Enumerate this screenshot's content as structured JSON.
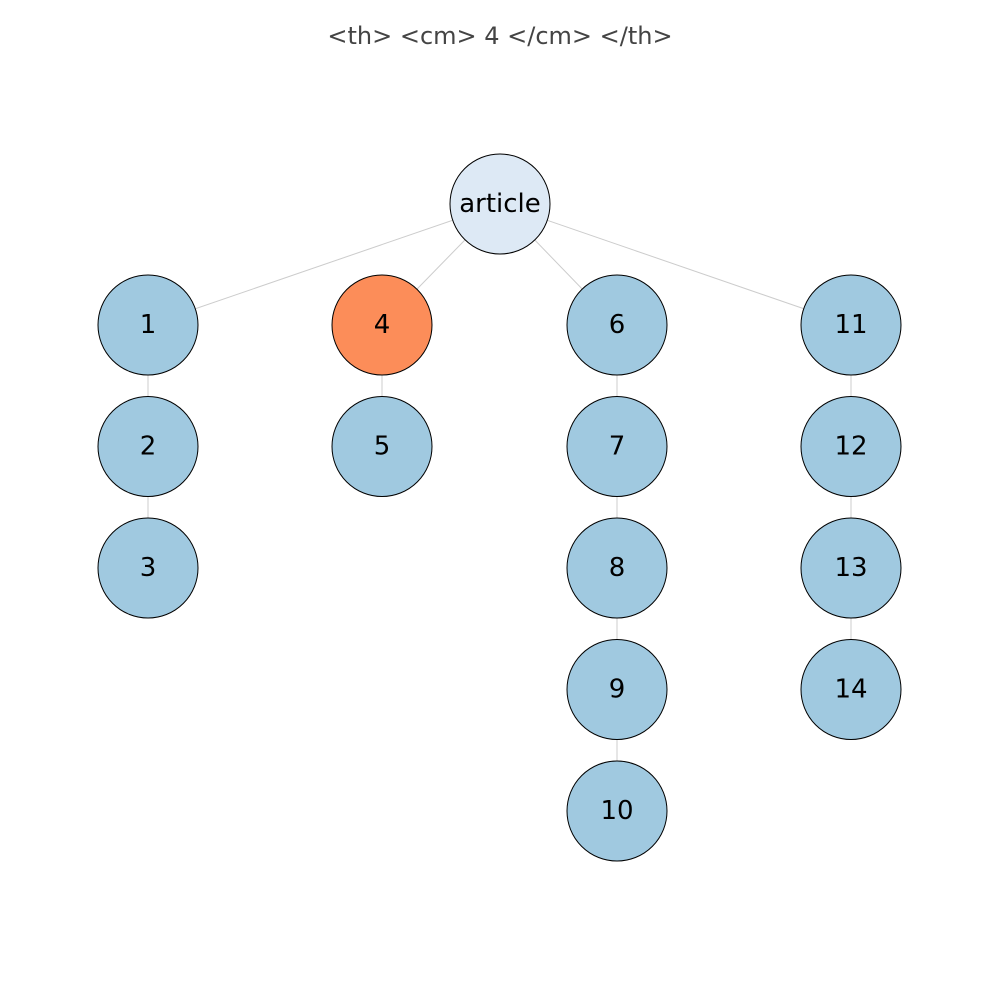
{
  "title": "<th> <cm> 4 </cm> </th>",
  "colors": {
    "root_fill": "#dde9f5",
    "node_fill": "#a0c9e0",
    "highlight_fill": "#fc8d59",
    "edge": "#cccccc",
    "stroke": "#000000"
  },
  "tree": {
    "root": "article",
    "highlighted": "4",
    "branches": [
      [
        "1",
        "2",
        "3"
      ],
      [
        "4",
        "5"
      ],
      [
        "6",
        "7",
        "8",
        "9",
        "10"
      ],
      [
        "11",
        "12",
        "13",
        "14"
      ]
    ]
  }
}
